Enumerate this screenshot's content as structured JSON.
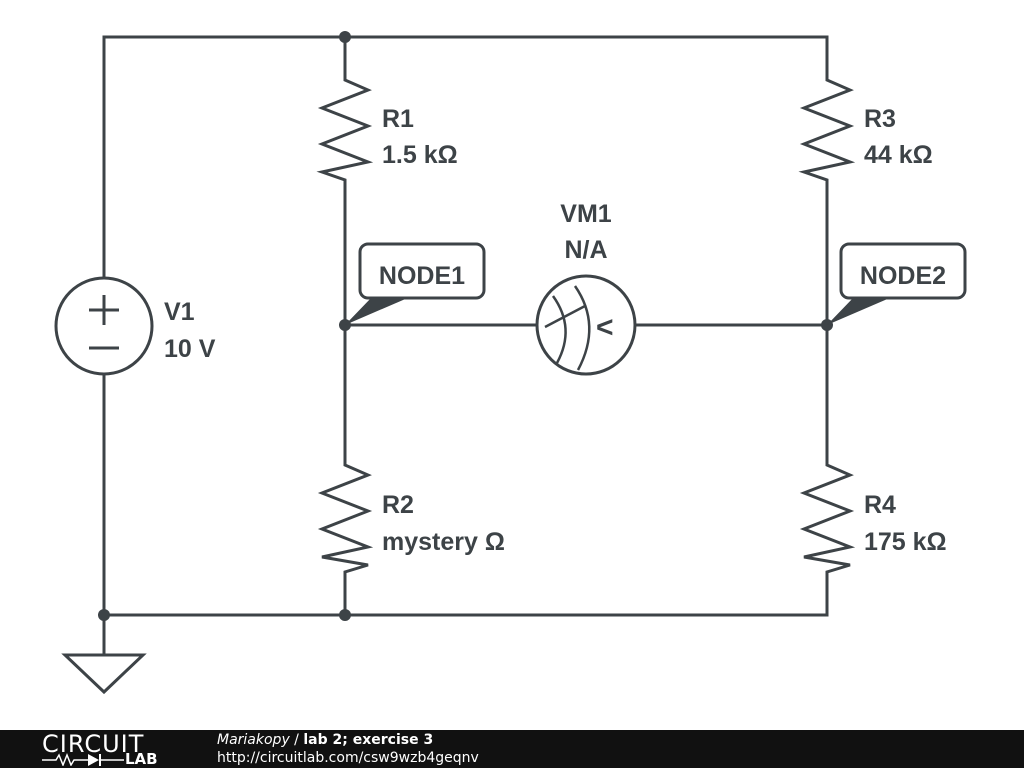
{
  "schematic": {
    "components": [
      {
        "id": "V1",
        "type": "voltage-source",
        "value": "10 V"
      },
      {
        "id": "R1",
        "type": "resistor",
        "value": "1.5 kΩ"
      },
      {
        "id": "R2",
        "type": "resistor",
        "value": "mystery Ω"
      },
      {
        "id": "R3",
        "type": "resistor",
        "value": "44 kΩ"
      },
      {
        "id": "R4",
        "type": "resistor",
        "value": "175 kΩ"
      },
      {
        "id": "VM1",
        "type": "voltmeter",
        "value": "N/A"
      }
    ],
    "nodes": [
      {
        "label": "NODE1"
      },
      {
        "label": "NODE2"
      }
    ],
    "voltmeter_symbol": "<",
    "ground": "ground-symbol"
  },
  "footer": {
    "logo_word": "CIRCUIT",
    "logo_sub": "LAB",
    "author": "Mariakopy",
    "separator": " / ",
    "title": "lab 2; exercise 3",
    "url": "http://circuitlab.com/csw9wzb4geqnv"
  }
}
